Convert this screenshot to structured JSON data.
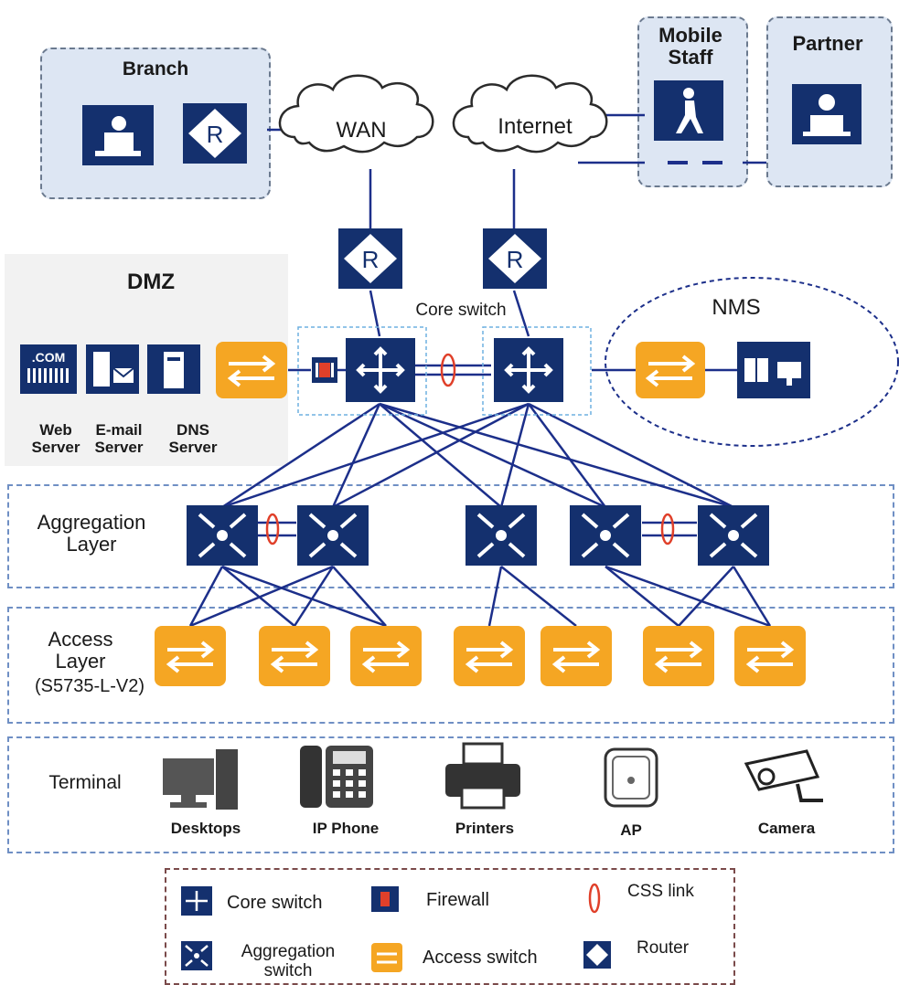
{
  "branch": {
    "title": "Branch"
  },
  "clouds": {
    "wan": "WAN",
    "internet": "Internet"
  },
  "mobile_staff": {
    "title": "Mobile Staff"
  },
  "partner": {
    "title": "Partner"
  },
  "dmz": {
    "title": "DMZ",
    "servers": [
      {
        "label": "Web Server",
        "icon": "web-server-icon",
        "badge": ".COM"
      },
      {
        "label": "E-mail Server",
        "icon": "email-server-icon"
      },
      {
        "label": "DNS Server",
        "icon": "dns-server-icon"
      }
    ]
  },
  "core": {
    "label": "Core switch"
  },
  "nms": {
    "title": "NMS"
  },
  "layers": {
    "aggregation": "Aggregation Layer",
    "access": "Access Layer",
    "access_model": "(S5735-L-V2)",
    "terminal": "Terminal"
  },
  "terminals": [
    {
      "label": "Desktops",
      "icon": "desktop-icon"
    },
    {
      "label": "IP Phone",
      "icon": "ip-phone-icon"
    },
    {
      "label": "Printers",
      "icon": "printer-icon"
    },
    {
      "label": "AP",
      "icon": "access-point-icon"
    },
    {
      "label": "Camera",
      "icon": "camera-icon"
    }
  ],
  "legend": {
    "core_switch": "Core switch",
    "firewall": "Firewall",
    "css_link": "CSS link",
    "aggregation_switch": "Aggregation switch",
    "access_switch": "Access switch",
    "router": "Router"
  },
  "colors": {
    "navy": "#14306e",
    "orange": "#f5a623",
    "link": "#1c2f8a",
    "css_link": "#e0402a",
    "box_fill": "#dde6f3"
  }
}
